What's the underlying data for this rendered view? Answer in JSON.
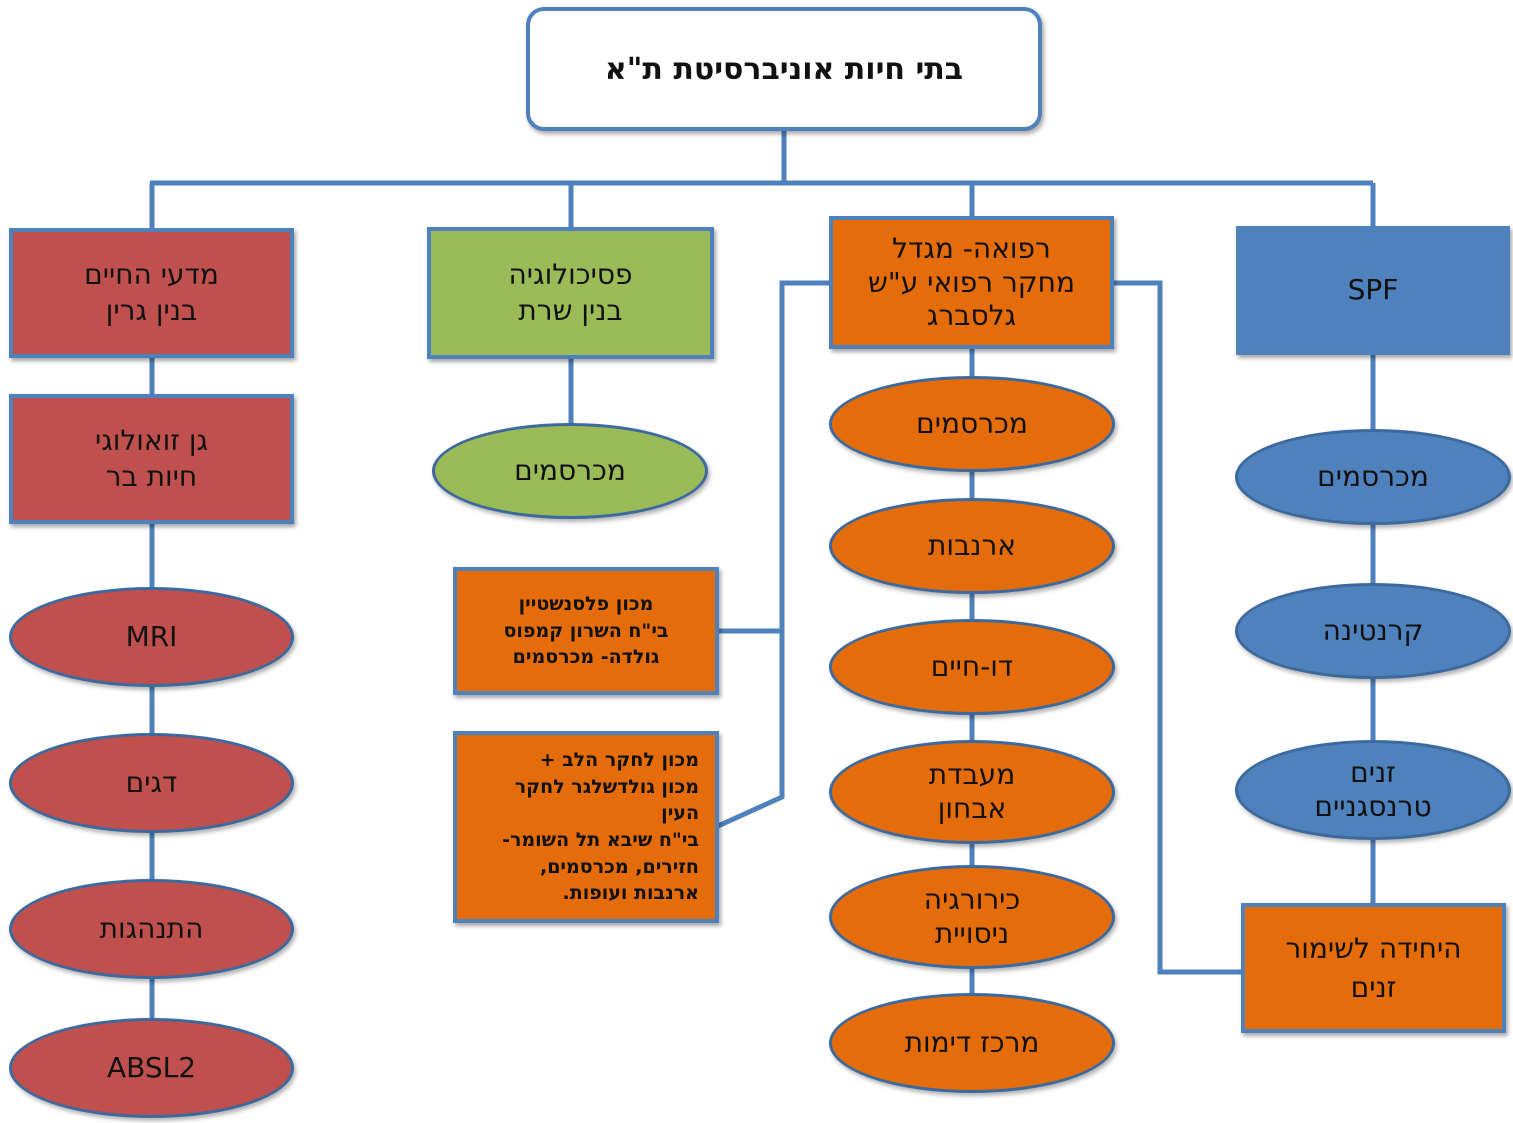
{
  "root": {
    "label": "בתי חיות אוניברסיטת ת\"א"
  },
  "colors": {
    "red": "#c0504d",
    "green": "#9bbb59",
    "orange": "#e46c0a",
    "blue": "#4f81bd",
    "line": "#4f81bd"
  },
  "life_sciences": {
    "header": "מדעי החיים\nבנין גרין",
    "sub": "גן זואולוגי\nחיות בר",
    "items": [
      "MRI",
      "דגים",
      "התנהגות",
      "ABSL2"
    ]
  },
  "psychology": {
    "header": "פסיכולוגיה\nבנין שרת",
    "items": [
      "מכרסמים"
    ]
  },
  "medicine": {
    "header": "רפואה- מגדל\nמחקר רפואי ע\"ש\nגלסברג",
    "items": [
      "מכרסמים",
      "ארנבות",
      "דו-חיים",
      "מעבדת\nאבחון",
      "כירורגיה\nניסויית",
      "מרכז דימות"
    ],
    "affiliates": [
      "מכון פלסנשטיין\nבי\"ח השרון קמפוס\nגולדה- מכרסמים",
      "מכון לחקר הלב +\nמכון גולדשלגר לחקר\nהעין\nבי\"ח שיבא תל השומר-\nחזירים, מכרסמים,\nארנבות ועופות."
    ]
  },
  "spf": {
    "header": "SPF",
    "items": [
      "מכרסמים",
      "קרנטינה",
      "זנים\nטרנסגניים"
    ],
    "unit": "היחידה לשימור\nזנים"
  }
}
